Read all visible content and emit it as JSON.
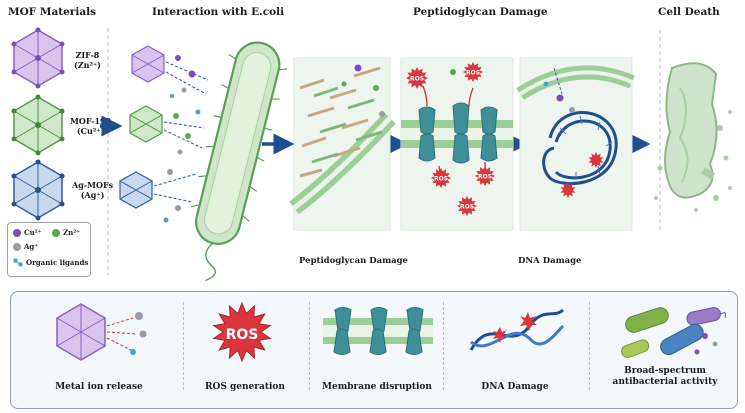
{
  "headers": {
    "mof_materials": "MOF Materials",
    "interaction": "Interaction with E.coli",
    "peptidoglycan": "Peptidoglycan Damage",
    "cell_death": "Cell Death"
  },
  "materials": [
    {
      "name": "ZIF-8",
      "ion": "(Zn²⁺)",
      "color": "#b48fd6"
    },
    {
      "name": "MOF-199",
      "ion": "(Cu²⁺)",
      "color": "#7fc07a"
    },
    {
      "name": "Ag-MOFs",
      "ion": "(Ag⁺)",
      "color": "#5a8ac4"
    }
  ],
  "legend": {
    "cu": "Cu²⁺",
    "zn": "Zn²⁺",
    "ag": "Ag⁺",
    "ligands": "Organic ligands"
  },
  "sublabels": {
    "peptidoglycan": "Peptidoglycan Damage",
    "dna": "DNA Damage"
  },
  "ros_text": "ROS",
  "mechanisms": [
    {
      "label": "Metal ion release"
    },
    {
      "label": "ROS generation"
    },
    {
      "label": "Membrane disruption"
    },
    {
      "label": "DNA Damage"
    },
    {
      "label": "Broad-spectrum antibacterial activity"
    }
  ],
  "colors": {
    "cu": "#7a4fb8",
    "zn": "#5aa84a",
    "ag": "#9a9aa8",
    "ros": "#d9363e",
    "membrane": "#9ccf98",
    "channel": "#3f8f9a",
    "dna": "#1f4f8f",
    "arrow": "#1d4e8f"
  }
}
